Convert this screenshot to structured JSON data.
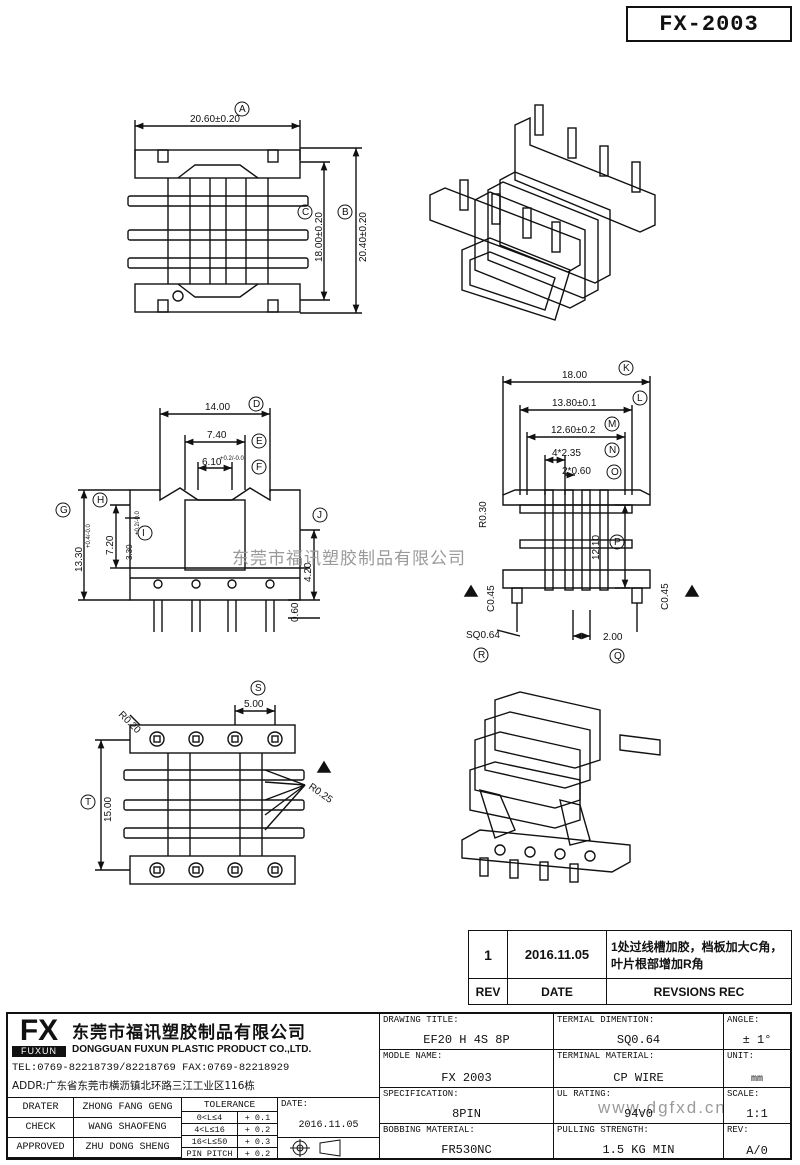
{
  "model": "FX-2003",
  "watermark": {
    "company": "东莞市福讯塑胶制品有限公司",
    "url": "www.dgfxd.cn"
  },
  "top_view": {
    "A": "A",
    "B": "B",
    "C": "C",
    "dim_a": "20.60±0.20",
    "dim_b": "20.40±0.20",
    "dim_c": "18.00±0.20"
  },
  "side_view": {
    "D": "D",
    "E": "E",
    "F": "F",
    "G": "G",
    "H": "H",
    "I": "I",
    "J": "J",
    "dim_d": "14.00",
    "dim_e": "7.40",
    "dim_f": "6.10",
    "dim_f_tol": "+0.2/-0.0",
    "dim_g": "13.30",
    "dim_g_tol": "+0.4/-0.0",
    "dim_h": "7.20",
    "dim_i": "3.30",
    "dim_i_tol": "+0.2/-0.0",
    "dim_j": "4.20",
    "dim_pin": "0.60"
  },
  "front_view": {
    "K": "K",
    "L": "L",
    "M": "M",
    "N": "N",
    "O": "O",
    "P": "P",
    "Q": "Q",
    "R": "R",
    "dim_k": "18.00",
    "dim_l": "13.80±0.1",
    "dim_m": "12.60±0.2",
    "dim_n": "4*2.35",
    "dim_o": "2*0.60",
    "dim_p": "12.10",
    "dim_r030": "R0.30",
    "dim_c045_left": "C0.45",
    "dim_c045_right": "C0.45",
    "dim_sq": "SQ0.64",
    "dim_q": "2.00"
  },
  "bottom_view": {
    "S": "S",
    "T": "T",
    "dim_r020": "R0.20",
    "dim_s": "5.00",
    "dim_t": "15.00",
    "dim_r025": "R0.25"
  },
  "revision": {
    "row": {
      "no": "1",
      "date": "2016.11.05",
      "desc1": "1处过线槽加胶，档板加大C角，",
      "desc2": "叶片根部增加R角"
    },
    "headers": {
      "rev": "REV",
      "date": "DATE",
      "rec": "REVSIONS REC"
    }
  },
  "title_block": {
    "logo_fx": "FX",
    "logo_fuxun": "FUXUN",
    "company_cn": "东莞市福讯塑胶制品有限公司",
    "company_en": "DONGGUAN FUXUN PLASTIC PRODUCT CO.,LTD.",
    "tel": "TEL:0769-82218739/82218769 FAX:0769-82218929",
    "addr": "ADDR:广东省东莞市横沥镇北环路三江工业区116栋",
    "drater_label": "DRATER",
    "drater": "ZHONG FANG GENG",
    "check_label": "CHECK",
    "check": "WANG SHAOFENG",
    "approved_label": "APPROVED",
    "approved": "ZHU DONG SHENG",
    "tolerance_label": "TOLERANCE",
    "tol_rows": [
      {
        "range": "0<L≤4",
        "tol": "+ 0.1"
      },
      {
        "range": "4<L≤16",
        "tol": "+ 0.2"
      },
      {
        "range": "16<L≤50",
        "tol": "+ 0.3"
      },
      {
        "range": "PIN PITCH",
        "tol": "+ 0.2"
      }
    ],
    "date_label": "DATE:",
    "date": "2016.11.05",
    "drawing_title_label": "DRAWING TITLE:",
    "drawing_title": "EF20 H 4S 8P",
    "module_name_label": "MODLE NAME:",
    "module_name": "FX 2003",
    "specification_label": "SPECIFICATION:",
    "specification": "8PIN",
    "bobbing_material_label": "BOBBING MATERIAL:",
    "bobbing_material": "FR530NC",
    "terminal_dim_label": "TERMIAL DIMENTION:",
    "terminal_dim": "SQ0.64",
    "terminal_mat_label": "TERMINAL MATERIAL:",
    "terminal_mat": "CP WIRE",
    "ul_label": "UL RATING:",
    "ul": "94V0",
    "pull_label": "PULLING STRENGTH:",
    "pull": "1.5 KG MIN",
    "angle_label": "ANGLE:",
    "angle": "± 1°",
    "unit_label": "UNIT:",
    "unit": "mm",
    "scale_label": "SCALE:",
    "scale": "1:1",
    "rev_label": "REV:",
    "rev": "A/0"
  }
}
